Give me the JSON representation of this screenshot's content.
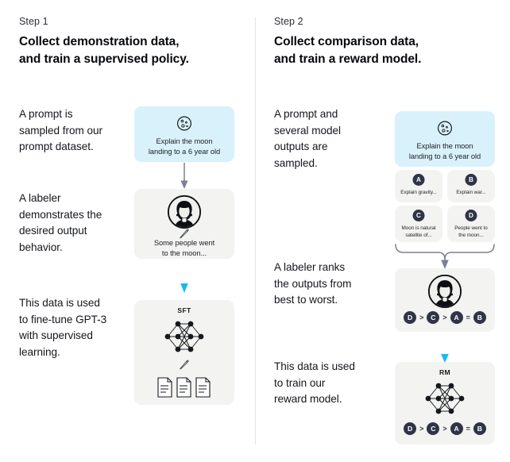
{
  "steps": [
    {
      "label": "Step 1",
      "title_line1": "Collect demonstration data,",
      "title_line2": "and train a supervised policy.",
      "paragraphs": [
        "A prompt is\nsampled from our\nprompt dataset.",
        "A labeler\ndemonstrates the\ndesired output\nbehavior.",
        "This data is used\nto fine-tune GPT-3\nwith supervised\nlearning."
      ],
      "prompt_card": {
        "icon": "moon-icon",
        "text_line1": "Explain the moon",
        "text_line2": "landing to a 6 year old",
        "color": "#d9f1fb"
      },
      "labeler_card": {
        "avatar": "labeler-avatar",
        "pencil": "pencil-icon",
        "text_line1": "Some people went",
        "text_line2": "to the moon...",
        "color": "#f3f3f1"
      },
      "train_card": {
        "model_label": "SFT",
        "network": "neural-network-icon",
        "pencil": "pencil-icon",
        "documents": "documents-icon",
        "color": "#f3f3f1"
      },
      "arrows": [
        {
          "name": "arrow-prompt-to-labeler",
          "color": "#7c7f96"
        },
        {
          "name": "arrow-labeler-to-sft",
          "color": "#29c2f7"
        }
      ]
    },
    {
      "label": "Step 2",
      "title_line1": "Collect comparison data,",
      "title_line2": "and train a reward model.",
      "paragraphs": [
        "A prompt and\nseveral model\noutputs are\nsampled.",
        "A labeler ranks\nthe outputs from\nbest to worst.",
        "This data is used\nto train our\nreward model."
      ],
      "prompt_card": {
        "icon": "moon-icon",
        "text_line1": "Explain the moon",
        "text_line2": "landing to a 6 year old",
        "color": "#d9f1fb"
      },
      "options": [
        {
          "letter": "A",
          "text": "Explain gravity..."
        },
        {
          "letter": "B",
          "text": "Explain war..."
        },
        {
          "letter": "C",
          "text": "Moon is natural\nsatellite of..."
        },
        {
          "letter": "D",
          "text": "People went to\nthe moon..."
        }
      ],
      "rank_card": {
        "avatar": "labeler-avatar",
        "ranking": [
          "D",
          ">",
          "C",
          ">",
          "A",
          "=",
          "B"
        ],
        "color": "#f3f3f1"
      },
      "reward_card": {
        "model_label": "RM",
        "network": "neural-network-icon",
        "ranking": [
          "D",
          ">",
          "C",
          ">",
          "A",
          "=",
          "B"
        ],
        "color": "#f3f3f1"
      },
      "arrows": [
        {
          "name": "arrow-options-brace",
          "color": "#7c7f96"
        },
        {
          "name": "arrow-rank-to-rm",
          "color": "#29c2f7"
        }
      ]
    }
  ],
  "colors": {
    "card_blue": "#d9f1fb",
    "card_gray": "#f3f3f1",
    "badge_dark": "#2f3447",
    "arrow_gray": "#7c7f96",
    "arrow_cyan": "#29c2f7",
    "divider": "#e4e4e6"
  }
}
